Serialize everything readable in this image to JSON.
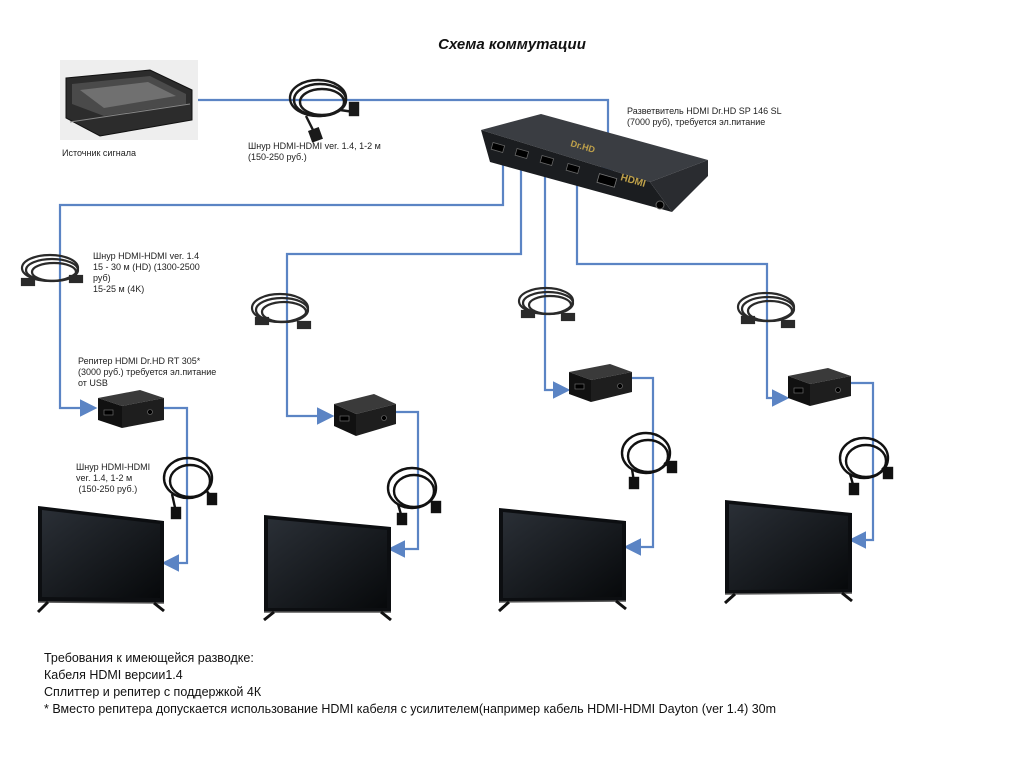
{
  "title": "Схема коммутации",
  "labels": {
    "source": "Источник сигнала",
    "cable_main": [
      "Шнур HDMI-HDMI ver. 1.4, 1-2 м",
      "(150-250 руб.)"
    ],
    "splitter": [
      "Разветвитель HDMI Dr.HD SP 146 SL",
      "(7000 руб), требуется эл.питание"
    ],
    "cable_long": [
      "Шнур HDMI-HDMI ver. 1.4",
      "15 - 30 м (HD) (1300-2500",
      "руб)",
      "15-25 м (4K)"
    ],
    "repeater": [
      "Репитер HDMI Dr.HD RT 305*",
      "(3000 руб.) требуется эл.питание",
      "от USB"
    ],
    "cable_short": [
      "Шнур HDMI-HDMI",
      "ver. 1.4, 1-2 м",
      " (150-250 руб.)"
    ]
  },
  "device_text": {
    "splitter_logo": "Dr.HD",
    "splitter_brand": "HDMI"
  },
  "requirements": [
    "Требования к имеющейся разводке:",
    "Кабеля HDMI версии1.4",
    "Сплиттер и репитер с поддержкой 4К",
    "* Вместо репитера допускается использование HDMI кабеля с усилителем(например кабель HDMI-HDMI Dayton (ver 1.4) 30m"
  ],
  "colors": {
    "line": "#5b84c4",
    "device": "#1c1c1c",
    "screen": "#0f1216"
  }
}
